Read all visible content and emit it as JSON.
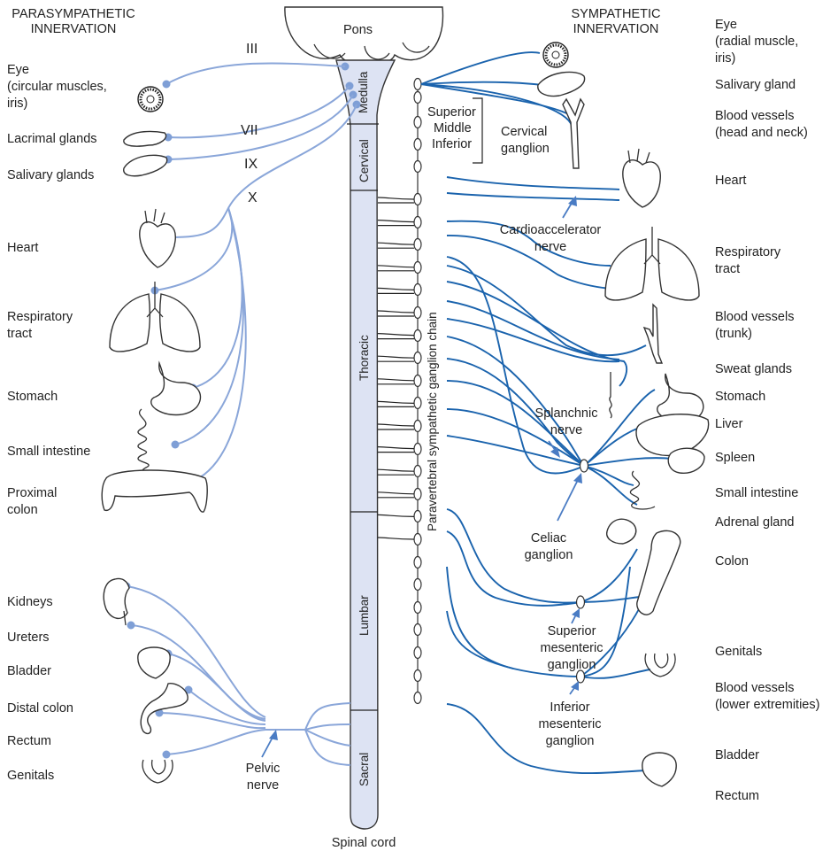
{
  "headers": {
    "para_line1": "PARASYMPATHETIC",
    "para_line2": "INNERVATION",
    "symp_line1": "SYMPATHETIC",
    "symp_line2": "INNERVATION"
  },
  "cranial_nerves": {
    "n3": "III",
    "n7": "VII",
    "n9": "IX",
    "n10": "X"
  },
  "cord": {
    "pons": "Pons",
    "medulla": "Medulla",
    "cervical": "Cervical",
    "thoracic": "Thoracic",
    "lumbar": "Lumbar",
    "sacral": "Sacral",
    "spinal_cord": "Spinal cord"
  },
  "chain_label": "Paravertebral sympathetic ganglion chain",
  "cervical_ganglia": {
    "superior": "Superior",
    "middle": "Middle",
    "inferior": "Inferior",
    "label_line1": "Cervical",
    "label_line2": "ganglion"
  },
  "para_organs": {
    "eye_1": "Eye",
    "eye_2": "(circular muscles,",
    "eye_3": "iris)",
    "lacrimal": "Lacrimal glands",
    "salivary": "Salivary glands",
    "heart": "Heart",
    "resp_1": "Respiratory",
    "resp_2": "tract",
    "stomach": "Stomach",
    "small_int": "Small intestine",
    "prox_1": "Proximal",
    "prox_2": "colon",
    "kidneys": "Kidneys",
    "ureters": "Ureters",
    "bladder": "Bladder",
    "distal_colon": "Distal colon",
    "rectum": "Rectum",
    "genitals": "Genitals"
  },
  "pelvic_nerve": {
    "line1": "Pelvic",
    "line2": "nerve"
  },
  "symp_organs": {
    "eye_1": "Eye",
    "eye_2": "(radial muscle,",
    "eye_3": "iris)",
    "salivary": "Salivary gland",
    "bv_head_1": "Blood vessels",
    "bv_head_2": "(head and neck)",
    "heart": "Heart",
    "resp_1": "Respiratory",
    "resp_2": "tract",
    "bv_trunk_1": "Blood vessels",
    "bv_trunk_2": "(trunk)",
    "sweat": "Sweat glands",
    "stomach": "Stomach",
    "liver": "Liver",
    "spleen": "Spleen",
    "small_int": "Small intestine",
    "adrenal": "Adrenal gland",
    "colon": "Colon",
    "genitals": "Genitals",
    "bv_lower_1": "Blood vessels",
    "bv_lower_2": "(lower extremities)",
    "bladder": "Bladder",
    "rectum": "Rectum"
  },
  "symp_nerves": {
    "cardio_1": "Cardioaccelerator",
    "cardio_2": "nerve",
    "splanch_1": "Splanchnic",
    "splanch_2": "nerve",
    "celiac_1": "Celiac",
    "celiac_2": "ganglion",
    "sup_mes_1": "Superior",
    "sup_mes_2": "mesenteric",
    "sup_mes_3": "ganglion",
    "inf_mes_1": "Inferior",
    "inf_mes_2": "mesenteric",
    "inf_mes_3": "ganglion"
  },
  "colors": {
    "parasympathetic_fiber": "#8aa6d9",
    "sympathetic_fiber": "#1a63ad",
    "spinal_cord_fill": "#dde3f3",
    "pointer_arrow": "#4a7cc4"
  }
}
